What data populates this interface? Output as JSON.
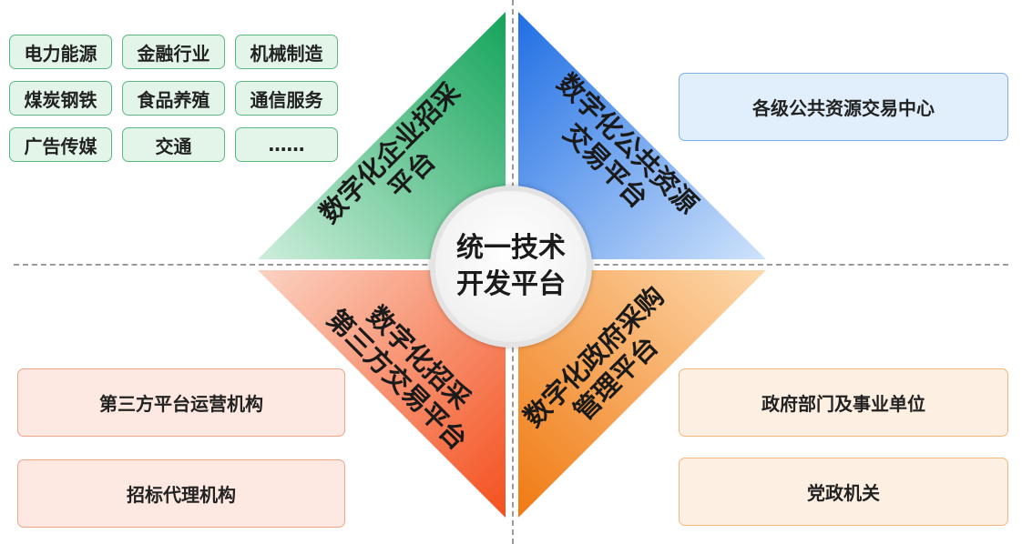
{
  "industries": [
    "电力能源",
    "金融行业",
    "机械制造",
    "煤炭钢铁",
    "食品养殖",
    "通信服务",
    "广告传媒",
    "交通",
    "……"
  ],
  "quadrants": {
    "top_left": {
      "line1": "数字化企业招采",
      "line2": "平台"
    },
    "top_right": {
      "line1": "数字化公共资源",
      "line2": "交易平台"
    },
    "bottom_left": {
      "line1": "数字化招采",
      "line2": "第三方交易平台"
    },
    "bottom_right": {
      "line1": "数字化政府采购",
      "line2": "管理平台"
    }
  },
  "center": {
    "line1": "统一技术",
    "line2": "开发平台"
  },
  "right_top_box": "各级公共资源交易中心",
  "left_bottom_boxes": [
    "第三方平台运营机构",
    "招标代理机构"
  ],
  "right_bottom_boxes": [
    "政府部门及事业单位",
    "党政机关"
  ],
  "colors": {
    "top_left": "#2fb36b",
    "top_right": "#2f7fe6",
    "bottom_left": "#f6703f",
    "bottom_right": "#f48a22"
  }
}
